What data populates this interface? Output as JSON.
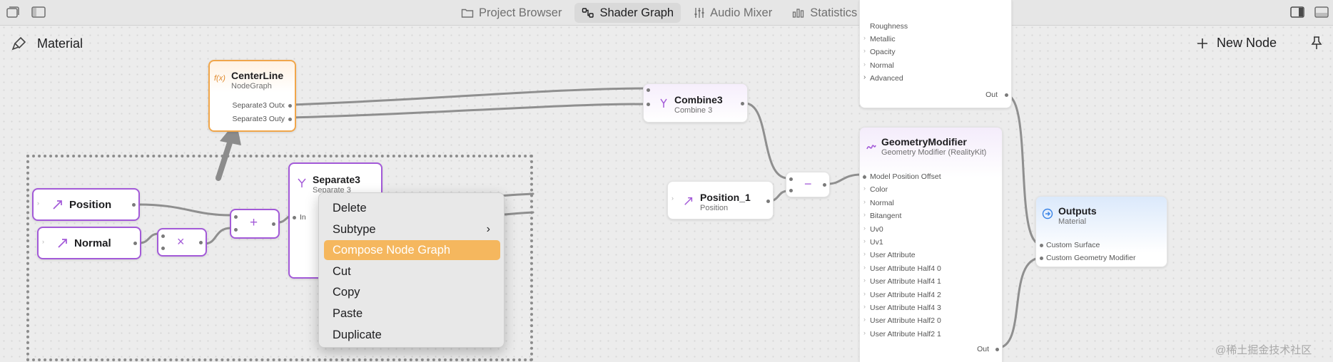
{
  "toolbar": {
    "tabs": [
      {
        "label": "Project Browser",
        "icon": "folder-icon",
        "active": false
      },
      {
        "label": "Shader Graph",
        "icon": "graph-icon",
        "active": true
      },
      {
        "label": "Audio Mixer",
        "icon": "sliders-icon",
        "active": false
      },
      {
        "label": "Statistics",
        "icon": "bar-chart-icon",
        "active": false
      }
    ]
  },
  "header": {
    "title": "Material",
    "new_node_label": "New Node"
  },
  "nodes": {
    "centerline": {
      "title": "CenterLine",
      "subtitle": "NodeGraph",
      "out1": "Separate3 Outx",
      "out2": "Separate3 Outy"
    },
    "combine3": {
      "title": "Combine3",
      "subtitle": "Combine 3"
    },
    "position": {
      "title": "Position"
    },
    "normal": {
      "title": "Normal"
    },
    "separate3": {
      "title": "Separate3",
      "subtitle": "Separate 3",
      "in_label": "In"
    },
    "position1": {
      "title": "Position_1",
      "subtitle": "Position"
    },
    "pbr": {
      "ports": [
        "Roughness",
        "Metallic",
        "Opacity",
        "Normal",
        "Advanced"
      ],
      "out_label": "Out"
    },
    "geometry": {
      "title": "GeometryModifier",
      "subtitle": "Geometry Modifier (RealityKit)",
      "ports": [
        "Model Position Offset",
        "Color",
        "Normal",
        "Bitangent",
        "Uv0",
        "Uv1",
        "User Attribute",
        "User Attribute Half4 0",
        "User Attribute Half4 1",
        "User Attribute Half4 2",
        "User Attribute Half4 3",
        "User Attribute Half2 0",
        "User Attribute Half2 1"
      ],
      "out_label": "Out"
    },
    "outputs": {
      "title": "Outputs",
      "subtitle": "Material",
      "ports": [
        "Custom Surface",
        "Custom Geometry Modifier"
      ]
    }
  },
  "context_menu": {
    "items": [
      "Delete",
      "Subtype",
      "Compose Node Graph",
      "Cut",
      "Copy",
      "Paste",
      "Duplicate"
    ],
    "highlighted": "Compose Node Graph"
  },
  "watermark": "@稀土掘金技术社区",
  "colors": {
    "accent_purple": "#a35ad8",
    "highlight_orange": "#f5b75e",
    "outputs_blue": "#dbe9fb"
  }
}
